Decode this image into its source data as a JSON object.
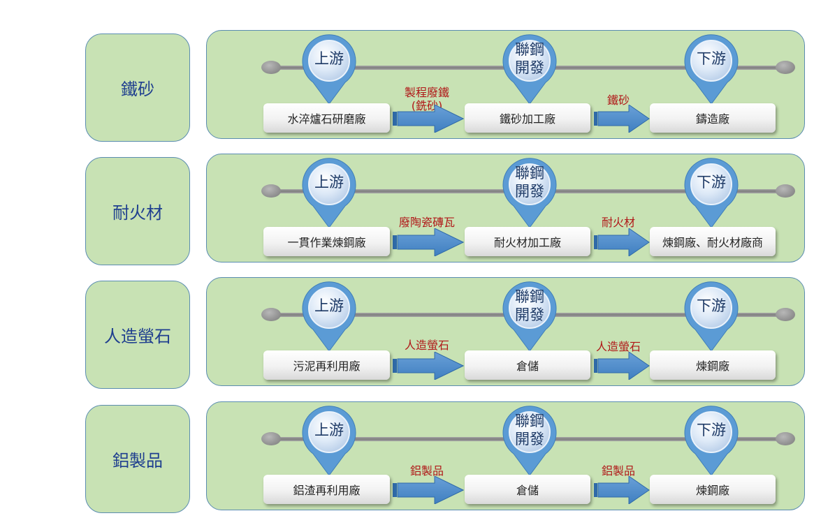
{
  "colors": {
    "panel_fill": "#c8e2b4",
    "panel_border": "#5a8cb0",
    "category_text": "#1f3f8f",
    "flow_label": "#b01818",
    "arrow_fill": "#4a86c8",
    "pin_fill": "#5b9bd5"
  },
  "stage_labels": [
    "上游",
    "聯鋼\n開發",
    "下游"
  ],
  "rows": [
    {
      "category": "鐵砂",
      "upstream": "水淬爐石研磨廠",
      "flow1": "製程廢鐵\n(銑砂)",
      "middle": "鐵砂加工廠",
      "flow2": "鐵砂",
      "downstream": "鑄造廠"
    },
    {
      "category": "耐火材",
      "upstream": "一貫作業煉鋼廠",
      "flow1": "廢陶瓷磚瓦",
      "middle": "耐火材加工廠",
      "flow2": "耐火材",
      "downstream": "煉鋼廠、耐火材廠商"
    },
    {
      "category": "人造螢石",
      "upstream": "污泥再利用廠",
      "flow1": "人造螢石",
      "middle": "倉儲",
      "flow2": "人造螢石",
      "downstream": "煉鋼廠"
    },
    {
      "category": "鋁製品",
      "upstream": "鋁渣再利用廠",
      "flow1": "鋁製品",
      "middle": "倉儲",
      "flow2": "鋁製品",
      "downstream": "煉鋼廠"
    }
  ]
}
